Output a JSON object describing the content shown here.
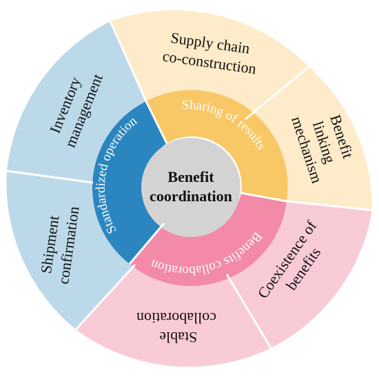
{
  "center": {
    "line1": "Benefit",
    "line2": "coordination",
    "color": "#d3d3d3"
  },
  "middle_ring": [
    {
      "label": "Sharing of results",
      "color": "#f8c766",
      "text_color": "#fdf3d9"
    },
    {
      "label": "Benefits collaboration",
      "color": "#f28aa8",
      "text_color": "#ffffff"
    },
    {
      "label": "Standardized operation",
      "color": "#2b86c0",
      "text_color": "#ffffff"
    }
  ],
  "outer_ring": [
    {
      "lines": [
        "Supply chain",
        "co-construction"
      ],
      "color": "#fdebc9"
    },
    {
      "lines": [
        "Benefit",
        "linking",
        "mechanism"
      ],
      "color": "#fdebc9"
    },
    {
      "lines": [
        "Coexistence of",
        "benefits"
      ],
      "color": "#f9cbd7"
    },
    {
      "lines": [
        "Stable",
        "collaboration"
      ],
      "color": "#f9cbd7"
    },
    {
      "lines": [
        "Shipment",
        "confirmation"
      ],
      "color": "#bcd9ea"
    },
    {
      "lines": [
        "Inventory",
        "management"
      ],
      "color": "#bcd9ea"
    }
  ]
}
